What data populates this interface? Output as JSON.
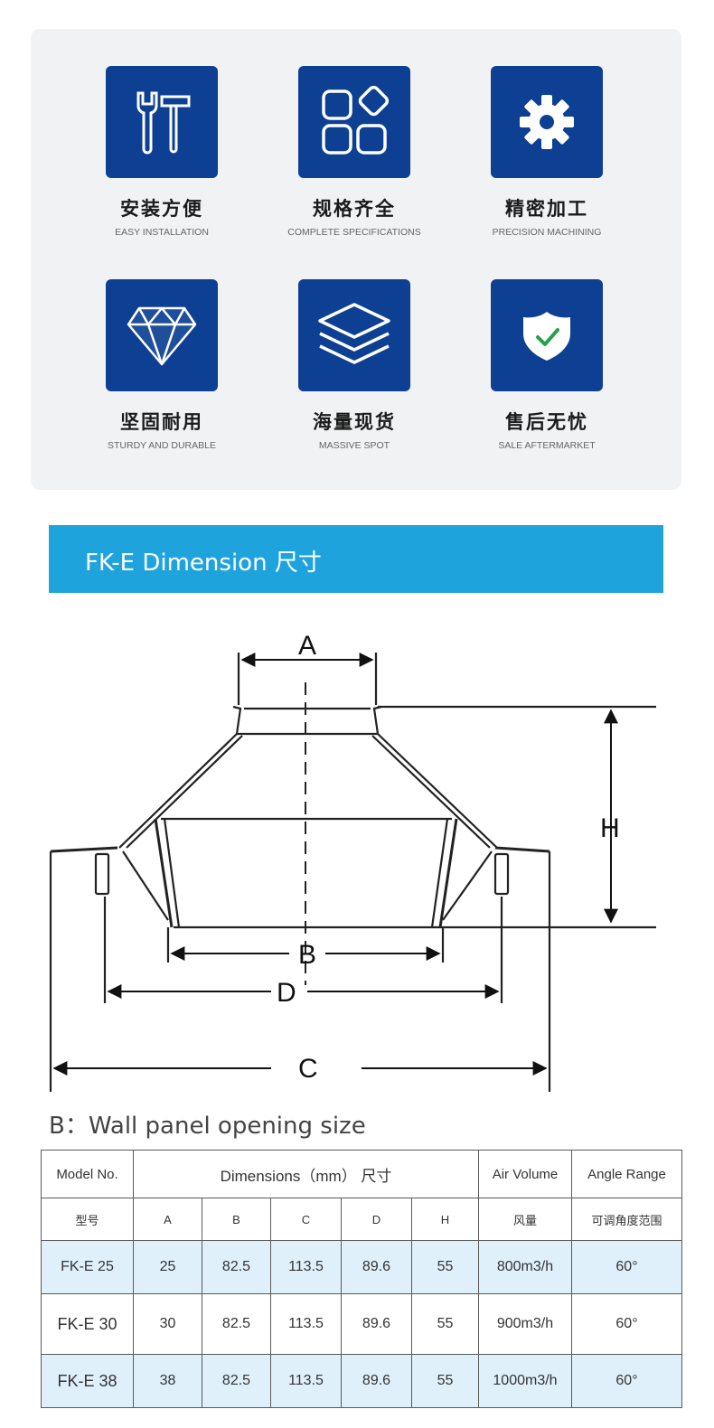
{
  "features": [
    {
      "cn": "安装方便",
      "en": "EASY INSTALLATION",
      "icon": "wrench-hammer-icon"
    },
    {
      "cn": "规格齐全",
      "en": "COMPLETE SPECIFICATIONS",
      "icon": "shapes-grid-icon"
    },
    {
      "cn": "精密加工",
      "en": "PRECISION MACHINING",
      "icon": "gear-icon"
    },
    {
      "cn": "坚固耐用",
      "en": "STURDY AND DURABLE",
      "icon": "diamond-icon"
    },
    {
      "cn": "海量现货",
      "en": "MASSIVE SPOT",
      "icon": "layers-icon"
    },
    {
      "cn": "售后无忧",
      "en": "SALE AFTERMARKET",
      "icon": "shield-check-icon"
    }
  ],
  "banner": {
    "title": "FK-E  Dimension  尺寸"
  },
  "diagram": {
    "labels": {
      "a": "A",
      "b": "B",
      "c": "C",
      "d": "D",
      "h": "H"
    }
  },
  "note": "B：Wall panel opening size",
  "table": {
    "model_label": "Model No.",
    "model_label_cn": "型号",
    "dimensions_label": "Dimensions（mm） 尺寸",
    "air_label": "Air Volume",
    "air_label_cn": "风量",
    "angle_label": "Angle Range",
    "angle_label_cn": "可调角度范围",
    "dim_cols": [
      "A",
      "B",
      "C",
      "D",
      "H"
    ],
    "rows": [
      {
        "model": "FK-E 25",
        "a": "25",
        "b": "82.5",
        "c": "113.5",
        "d": "89.6",
        "h": "55",
        "air": "800m3/h",
        "angle": "60°"
      },
      {
        "model": "FK-E 30",
        "a": "30",
        "b": "82.5",
        "c": "113.5",
        "d": "89.6",
        "h": "55",
        "air": "900m3/h",
        "angle": "60°"
      },
      {
        "model": "FK-E 38",
        "a": "38",
        "b": "82.5",
        "c": "113.5",
        "d": "89.6",
        "h": "55",
        "air": "1000m3/h",
        "angle": "60°"
      }
    ]
  },
  "colors": {
    "tile": "#0d3f93",
    "banner": "#1fa3dd",
    "row_highlight": "#dff0fb"
  }
}
